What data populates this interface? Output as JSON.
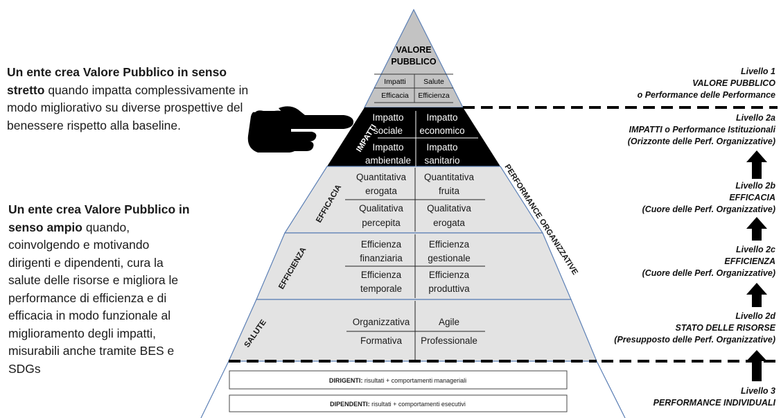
{
  "left": {
    "strict": {
      "bold": "Un ente crea Valore Pubblico in senso stretto",
      "rest": "quando impatta complessivamente in modo migliorativo su diverse prospettive del benessere rispetto alla baseline."
    },
    "broad": {
      "bold": "Un ente crea Valore Pubblico in senso ampio",
      "rest": "quando, coinvolgendo e motivando dirigenti e dipendenti, cura la salute delle risorse e migliora le performance di efficienza e di efficacia in modo funzionale al miglioramento degli impatti, misurabili anche tramite BES e SDGs"
    }
  },
  "pyramid": {
    "apex": {
      "title": "VALORE PUBBLICO",
      "cells": [
        "Impatti",
        "Salute",
        "Efficacia",
        "Efficienza"
      ]
    },
    "impatti": {
      "label": "IMPATTI",
      "cells": [
        "Impatto sociale",
        "Impatto economico",
        "Impatto ambientale",
        "Impatto sanitario"
      ]
    },
    "efficacia": {
      "label": "EFFICACIA",
      "cells": [
        "Quantitativa erogata",
        "Quantitativa fruita",
        "Qualitativa percepita",
        "Qualitativa erogata"
      ]
    },
    "efficienza": {
      "label": "EFFICIENZA",
      "cells": [
        "Efficienza finanziaria",
        "Efficienza gestionale",
        "Efficienza temporale",
        "Efficienza produttiva"
      ]
    },
    "salute": {
      "label": "SALUTE",
      "cells": [
        "Organizzativa",
        "Agile",
        "Formativa",
        "Professionale"
      ]
    },
    "side_label": "PERFORMANCE ORGANIZZATIVE",
    "boxes": [
      {
        "bold": "DIRIGENTI:",
        "text": " risultati + comportamenti manageriali"
      },
      {
        "bold": "DIPENDENTI:",
        "text": " risultati + comportamenti esecutivi"
      }
    ]
  },
  "right": {
    "levels": [
      {
        "lines": [
          "Livello 1",
          "VALORE PUBBLICO",
          "o Performance delle Performance"
        ]
      },
      {
        "lines": [
          "Livello 2a",
          "IMPATTI o Performance Istituzionali",
          "(Orizzonte delle Perf. Organizzative)"
        ]
      },
      {
        "lines": [
          "Livello 2b",
          "EFFICACIA",
          "(Cuore delle Perf. Organizzative)"
        ]
      },
      {
        "lines": [
          "Livello 2c",
          "EFFICIENZA",
          "(Cuore delle Perf. Organizzative)"
        ]
      },
      {
        "lines": [
          "Livello 2d",
          "STATO DELLE RISORSE",
          "(Presupposto delle Perf. Organizzative)"
        ]
      },
      {
        "lines": [
          "Livello 3",
          "PERFORMANCE INDIVIDUALI"
        ]
      }
    ]
  },
  "colors": {
    "apex_fill": "#c3c3c3",
    "band_fill": "#e3e3e3",
    "impatti_fill": "#000000",
    "line": "#5b7fb5",
    "text": "#1a1a1a"
  },
  "icons": [
    "pointing-hand-icon",
    "arrow-up-icon"
  ]
}
